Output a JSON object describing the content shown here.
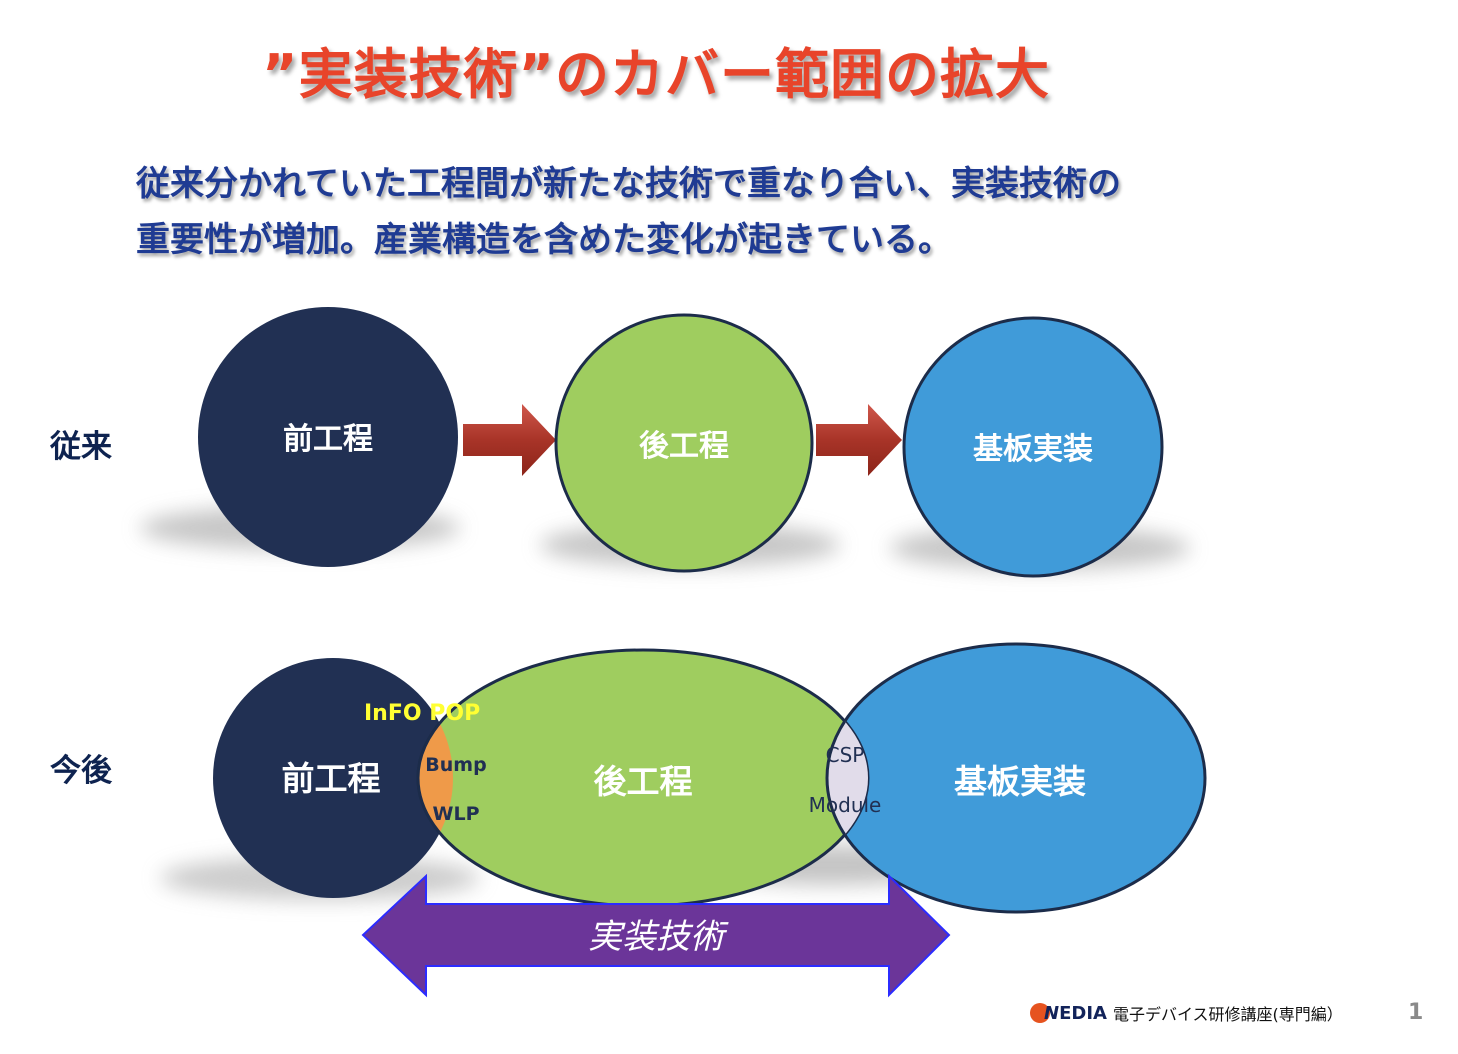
{
  "title": "”実装技術”のカバー範囲の拡大",
  "subtitle": {
    "line1": "従来分かれていた工程間が新たな技術で重なり合い、実装技術の",
    "line2": "重要性が増加。産業構造を含めた変化が起きている。"
  },
  "rows": {
    "conventional": {
      "label": "従来",
      "front": "前工程",
      "back": "後工程",
      "board": "基板実装"
    },
    "future": {
      "label": "今後",
      "front": "前工程",
      "back": "後工程",
      "board": "基板実装",
      "overlap_left_heading": "InFO POP",
      "overlap_left_items": [
        "Bump",
        "WLP"
      ],
      "overlap_right_items": [
        "CSP",
        "Module"
      ],
      "span_label": "実装技術"
    }
  },
  "colors": {
    "title": "#e8442a",
    "subtitle": "#1f3b93",
    "front": "#213053",
    "back": "#9fcd5f",
    "board": "#409bd9",
    "overlap_left": "#ef9a49",
    "overlap_right": "#e1dcea",
    "arrow": "#b03a2e",
    "span_arrow": "#6b3599",
    "info_pop": "#ffff33"
  },
  "footer": {
    "logo_text": "EDIA",
    "course": "電子デバイス研修講座(専門編）",
    "page": "1"
  }
}
